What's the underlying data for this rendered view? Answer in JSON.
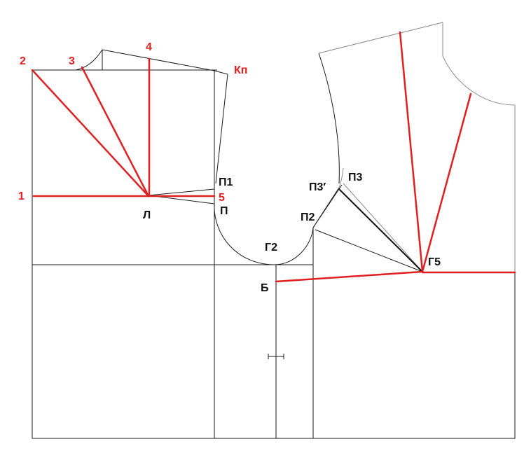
{
  "labels": {
    "p2_num": "2",
    "p3_num": "3",
    "p4_num": "4",
    "p1_num": "1",
    "p5_num": "5",
    "kp": "Кп",
    "p1_letter": "П1",
    "p_letter": "П",
    "l_letter": "Л",
    "g2": "Г2",
    "b": "Б",
    "p3prime": "П3′",
    "p3": "П3",
    "p2_letter": "П2",
    "g5": "Г5"
  },
  "colors": {
    "construction_red": "#e02020",
    "outline_black": "#1a1a1a",
    "outline_grey": "#8a8a8a"
  }
}
